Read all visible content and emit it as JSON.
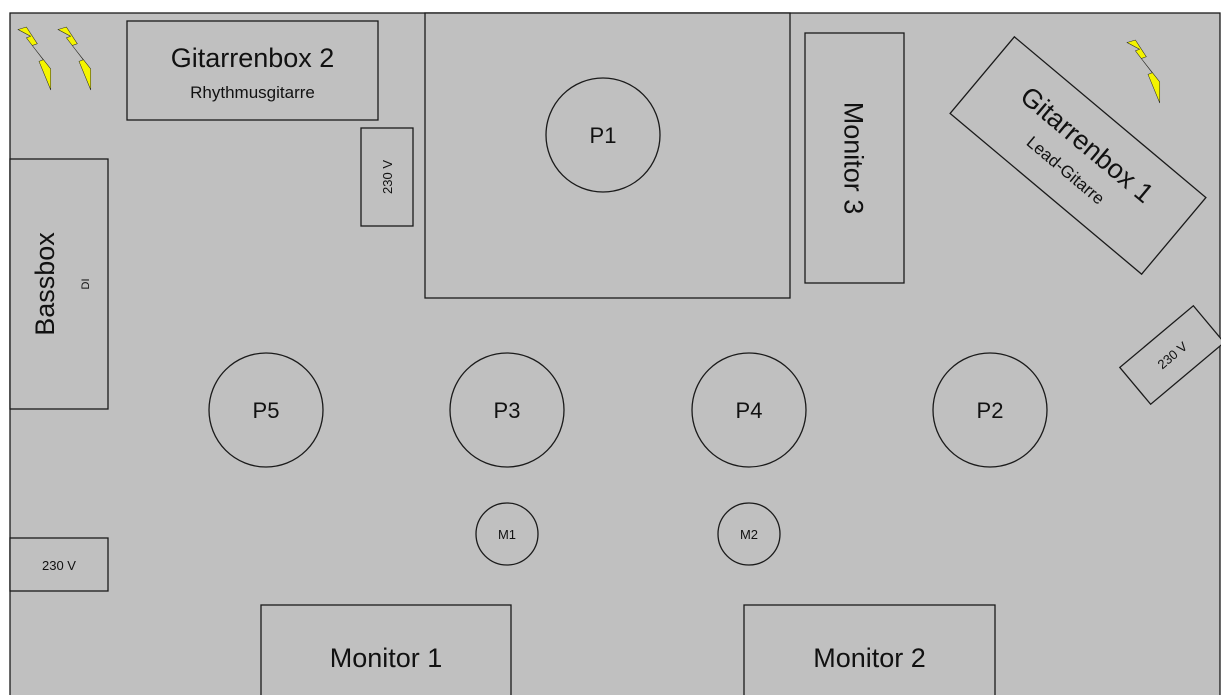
{
  "stage_plan": {
    "colors": {
      "floor": "#c0c0c0",
      "outline": "#1a1a1a",
      "text": "#111111",
      "power_bolt": "#f4f400"
    },
    "riser_label": "",
    "guitar_box_2": {
      "title": "Gitarrenbox 2",
      "subtitle": "Rhythmusgitarre"
    },
    "guitar_box_1": {
      "title": "Gitarrenbox 1",
      "subtitle": "Lead-Gitarre"
    },
    "bass_box": {
      "title": "Bassbox",
      "subtitle": "DI"
    },
    "monitors": {
      "monitor_1": "Monitor 1",
      "monitor_2": "Monitor 2",
      "monitor_3": "Monitor 3"
    },
    "positions": {
      "p1": "P1",
      "p2": "P2",
      "p3": "P3",
      "p4": "P4",
      "p5": "P5"
    },
    "mics": {
      "m1": "M1",
      "m2": "M2"
    },
    "power_outlets": {
      "near_riser": "230 V",
      "right_side": "230 V",
      "left_bottom": "230 V"
    },
    "power_icons": [
      "lightning-icon",
      "lightning-icon",
      "lightning-icon"
    ]
  }
}
